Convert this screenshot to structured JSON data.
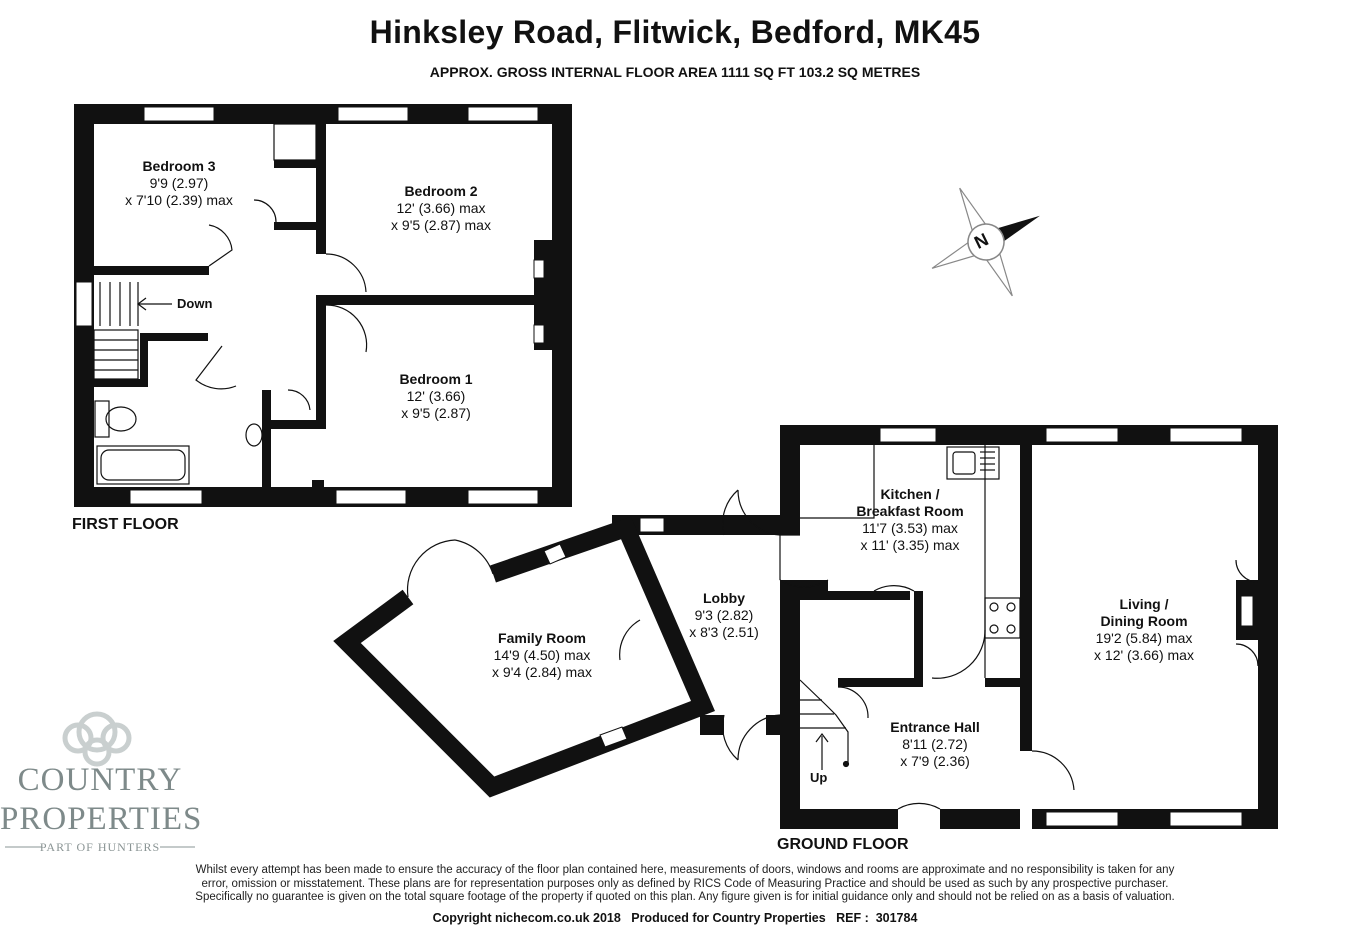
{
  "header": {
    "title": "Hinksley Road, Flitwick, Bedford, MK45",
    "subtitle": "APPROX. GROSS INTERNAL FLOOR AREA 1111 SQ FT 103.2 SQ METRES"
  },
  "floors": {
    "first": "FIRST FLOOR",
    "ground": "GROUND FLOOR"
  },
  "rooms": {
    "bedroom3": {
      "name": "Bedroom 3",
      "dim1": "9'9 (2.97)",
      "dim2": "x 7'10 (2.39) max"
    },
    "bedroom2": {
      "name": "Bedroom 2",
      "dim1": "12' (3.66) max",
      "dim2": "x 9'5 (2.87) max"
    },
    "bedroom1": {
      "name": "Bedroom 1",
      "dim1": "12' (3.66)",
      "dim2": "x 9'5 (2.87)"
    },
    "kitchen": {
      "name": "Kitchen /\nBreakfast Room",
      "dim1": "11'7 (3.53) max",
      "dim2": "x 11' (3.35) max"
    },
    "living": {
      "name": "Living /\nDining Room",
      "dim1": "19'2 (5.84) max",
      "dim2": "x 12' (3.66) max"
    },
    "lobby": {
      "name": "Lobby",
      "dim1": "9'3 (2.82)",
      "dim2": "x 8'3 (2.51)"
    },
    "family": {
      "name": "Family Room",
      "dim1": "14'9 (4.50) max",
      "dim2": "x 9'4 (2.84) max"
    },
    "hall": {
      "name": "Entrance Hall",
      "dim1": "8'11 (2.72)",
      "dim2": "x 7'9 (2.36)"
    }
  },
  "stairs": {
    "down": "Down",
    "up": "Up"
  },
  "compass": {
    "letter": "N"
  },
  "logo": {
    "line1": "COUNTRY",
    "line2": "PROPERTIES",
    "line3": "PART OF HUNTERS"
  },
  "footer": {
    "disclaimer_1": "Whilst every attempt has been made to ensure the accuracy of the floor plan contained here, measurements of doors, windows and rooms are approximate and no responsibility is taken for any",
    "disclaimer_2": "error, omission or misstatement. These plans are for representation purposes only as defined by RICS Code of Measuring Practice and should be used as such by any prospective purchaser.",
    "disclaimer_3": "Specifically no guarantee is given on the total square footage of the property if quoted on this plan. Any figure given is for initial guidance only and should not be relied on as a basis of valuation.",
    "copyright": "Copyright nichecom.co.uk 2018   Produced for Country Properties   REF :  301784"
  },
  "colors": {
    "wall": "#111111",
    "logo": "#7e8a8a"
  }
}
